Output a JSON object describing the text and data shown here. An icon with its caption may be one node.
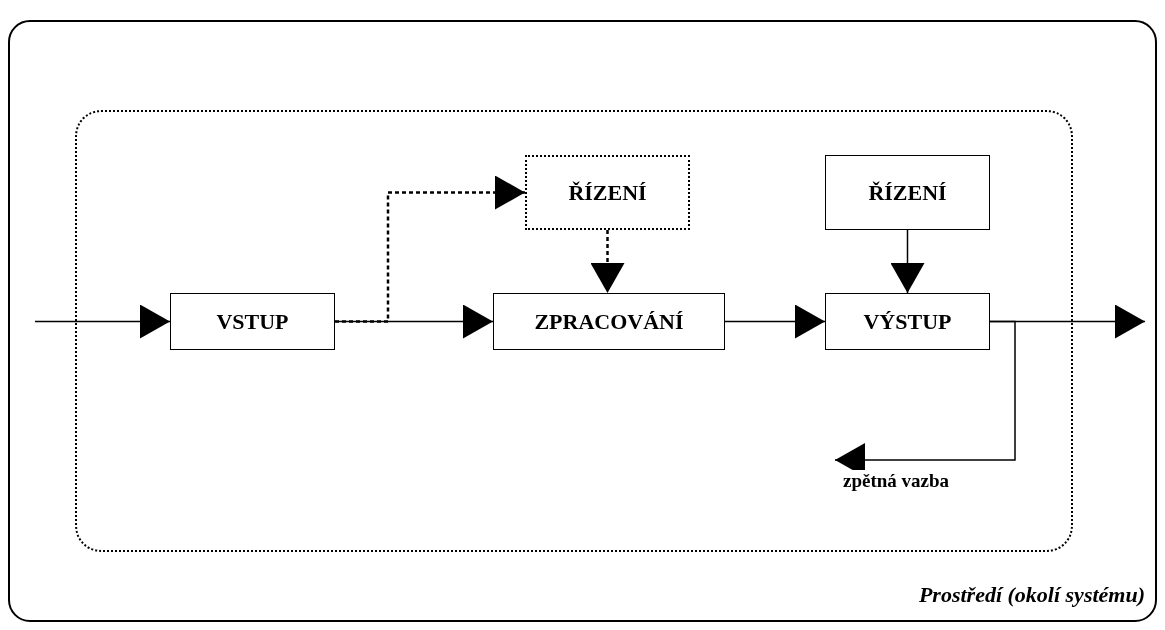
{
  "diagram": {
    "nodes": [
      {
        "text": [
          "Prostředí (okolí systému)"
        ]
      },
      {
        "text": [],
        "shape": "box",
        "in": 0
      },
      {
        "text": [
          "VSTUP"
        ],
        "in": 1
      },
      {
        "text": [
          "ŘÍZENÍ"
        ],
        "in": 1
      },
      {
        "text": [
          "ZPRACOVÁNÍ"
        ],
        "in": 1
      },
      {
        "text": [
          "ŘÍZENÍ"
        ],
        "in": 1
      },
      {
        "text": [
          "VÝSTUP"
        ],
        "in": 1
      }
    ],
    "edges": [
      {
        "from": null,
        "to": 2,
        "arrow": "to"
      },
      {
        "from": 2,
        "to": 4,
        "arrow": "to"
      },
      {
        "from": 2,
        "to": 3,
        "arrow": "to",
        "style": "dashed"
      },
      {
        "from": 3,
        "to": 4,
        "arrow": "to",
        "style": "dashed"
      },
      {
        "from": 4,
        "to": 6,
        "arrow": "to"
      },
      {
        "from": 5,
        "to": 6,
        "arrow": "to"
      },
      {
        "from": 6,
        "to": null,
        "arrow": "to"
      },
      {
        "from": 6,
        "to": null,
        "arrow": "to",
        "label": "zpětná vazba"
      }
    ]
  }
}
